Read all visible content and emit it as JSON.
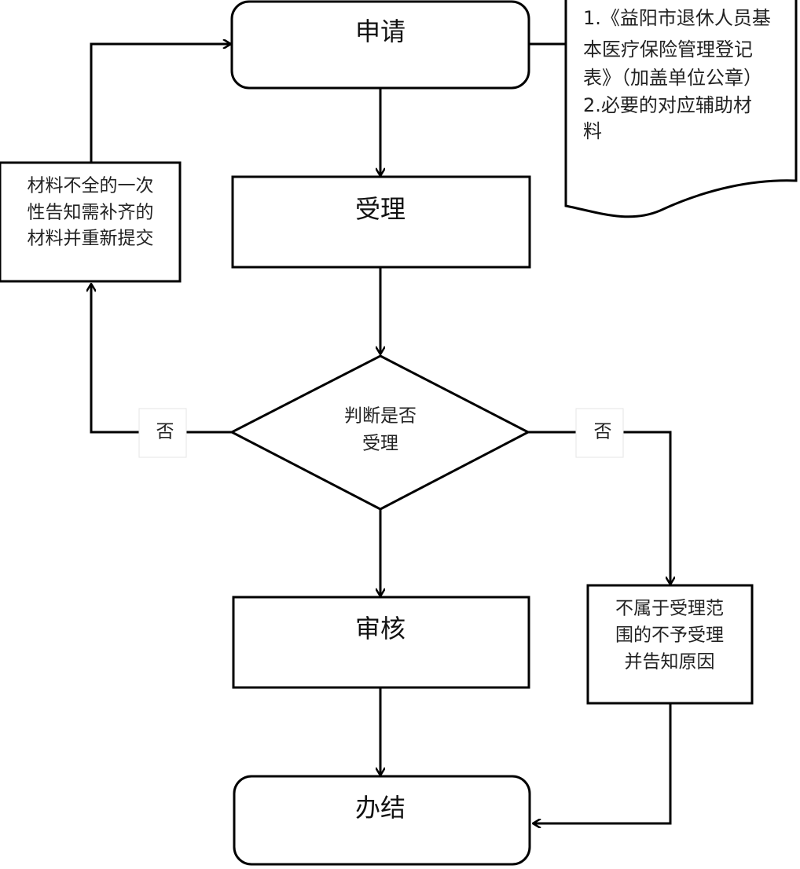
{
  "nodes": {
    "apply": "申请",
    "accept": "受理",
    "decision": [
      "判断是否",
      "受理"
    ],
    "review": "审核",
    "finish": "办结",
    "incomplete": [
      "材料不全的一次",
      "性告知需补齐的",
      "材料并重新提交"
    ],
    "rejected": [
      "不属于受理范",
      "围的不予受理",
      "并告知原因"
    ],
    "documents": [
      "1.《益阳市退休人员基",
      "本医疗保险管理登记",
      "表》（加盖单位公章）",
      "2.必要的对应辅助材",
      "料"
    ]
  },
  "edge_labels": {
    "no_left": "否",
    "no_right": "否"
  }
}
